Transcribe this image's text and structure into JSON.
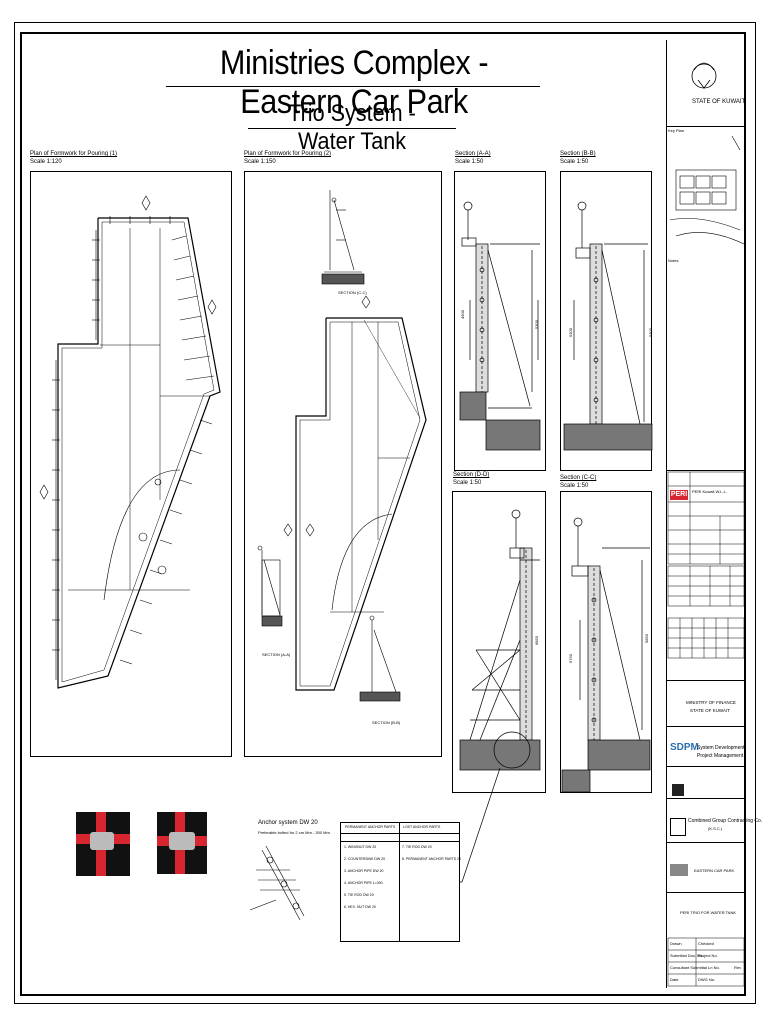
{
  "header": {
    "title": "Ministries Complex - Eastern Car Park",
    "subtitle": "Trio System - Water Tank"
  },
  "views": {
    "plan1": {
      "title": "Plan of Formwork for Pouring (1)",
      "scale": "Scale 1:120"
    },
    "plan2": {
      "title": "Plan of Formwork for Pouring (2)",
      "scale": "Scale 1:150",
      "section_c": "SECTION (C-C)",
      "section_a": "SECTION (A-A)",
      "section_b": "SECTION (B-B)"
    },
    "sec_aa": {
      "title": "Section (A-A)",
      "scale": "Scale 1:50",
      "dim_left": "4900",
      "dim_right": "5300"
    },
    "sec_bb": {
      "title": "Section (B-B)",
      "scale": "Scale 1:50",
      "dim_left": "5300",
      "dim_right": "5300"
    },
    "sec_dd": {
      "title": "Section (D-D)",
      "scale": "Scale 1:50",
      "dim": "6850"
    },
    "sec_cc": {
      "title": "Section (C-C)",
      "scale": "Scale 1:50",
      "dim_left": "6750",
      "dim_right": "5850"
    }
  },
  "anchor": {
    "title": "Anchor system DW 20",
    "note": "Preferable bolted for 2 cm Mm - 300 Mm",
    "table_head": [
      "PERMANENT ANCHOR PARTS",
      "LOST ANCHOR PARTS"
    ],
    "left_items": [
      "1. WINGNUT DW 20",
      "2. COUNTERSINK DW 20",
      "3. ANCHOR PIPE DW 20",
      "4. ANCHOR PIPE L=300",
      "5. TIE ROD DW 20",
      "6. HEX. NUT DW 20"
    ],
    "right_items": [
      "7. TIE ROD DW 20",
      "8. PERMANENT ANCHOR PARTS 20"
    ]
  },
  "title_block": {
    "state": "STATE OF KUWAIT",
    "key_plan": "Key Plan",
    "legend": "Notes",
    "peri_company": "PERI Kuwait W.L.L.",
    "ministry_line1": "MINISTRY OF FINANCE",
    "ministry_line2": "STATE OF KUWAIT",
    "sdpm_label": "SDPM",
    "sdpm_line1": "System Development",
    "sdpm_line2": "Project Management",
    "contractor": "Combined Group Contracting Co.",
    "contractor_sub": "(K.S.C.)",
    "project": "EASTERN CAR PARK",
    "drawing_title": "PERI TRIO FOR WATER TANK",
    "fields": [
      {
        "label": "Drawn",
        "label2": "Checked"
      },
      {
        "label": "Submittal Doc. No.",
        "label2": "Project No."
      },
      {
        "label": "Consultant Submittal Ln No.",
        "label2": "Rev"
      },
      {
        "label": "Date",
        "label2": "DWG No."
      }
    ]
  },
  "colors": {
    "photo_bg": "#111111",
    "photo_red": "#d7262f",
    "peri_red": "#d7262f",
    "line": "#000000"
  }
}
